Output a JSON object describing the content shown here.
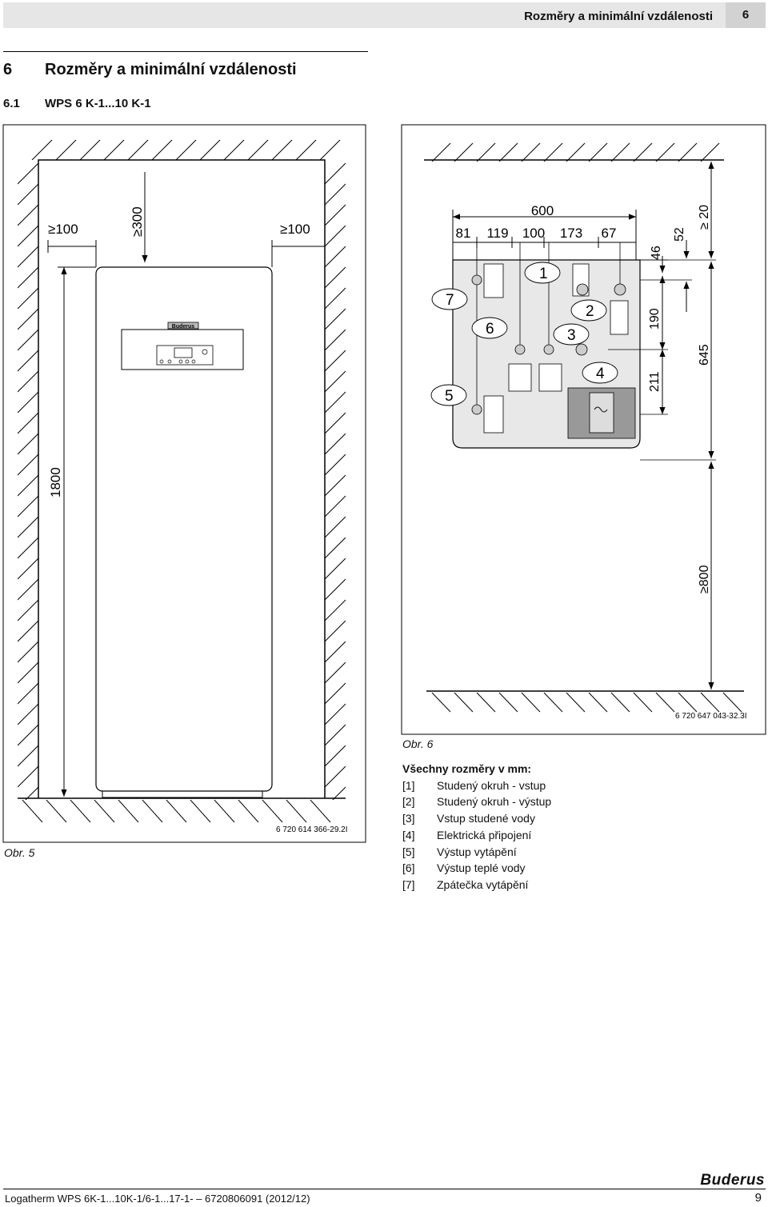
{
  "header": {
    "title": "Rozměry a minimální vzdálenosti",
    "number": "6"
  },
  "section": {
    "number": "6",
    "title": "Rozměry a minimální vzdálenosti"
  },
  "subsection": {
    "number": "6.1",
    "title": "WPS 6 K-1...10 K-1"
  },
  "fig5": {
    "left_clearance": "100",
    "top_clearance": "300",
    "right_clearance": "100",
    "height": "1800",
    "ge": "≥",
    "code": "6 720 614 366-29.2I",
    "caption": "Obr. 5",
    "brand_badge": "Buderus"
  },
  "fig6": {
    "width_total": "600",
    "segments": [
      "81",
      "119",
      "100",
      "173",
      "67"
    ],
    "right_dims": {
      "d46": "46",
      "d52": "52",
      "d20": "20",
      "d190": "190",
      "d211": "211",
      "d645": "645",
      "d800": "800"
    },
    "ge": "≥",
    "callouts": [
      "1",
      "2",
      "3",
      "4",
      "5",
      "6",
      "7"
    ],
    "code": "6 720 647 043-32.3I",
    "caption": "Obr. 6"
  },
  "legend": {
    "heading": "Všechny rozměry v mm:",
    "items": [
      {
        "key": "[1]",
        "text": "Studený okruh - vstup"
      },
      {
        "key": "[2]",
        "text": "Studený okruh - výstup"
      },
      {
        "key": "[3]",
        "text": "Vstup studené vody"
      },
      {
        "key": "[4]",
        "text": "Elektrická připojení"
      },
      {
        "key": "[5]",
        "text": "Výstup vytápění"
      },
      {
        "key": "[6]",
        "text": "Výstup teplé vody"
      },
      {
        "key": "[7]",
        "text": "Zpátečka vytápění"
      }
    ]
  },
  "footer": {
    "text": "Logatherm WPS 6K-1...10K-1/6-1...17-1- – 6720806091 (2012/12)",
    "page": "9",
    "brand": "Buderus"
  }
}
